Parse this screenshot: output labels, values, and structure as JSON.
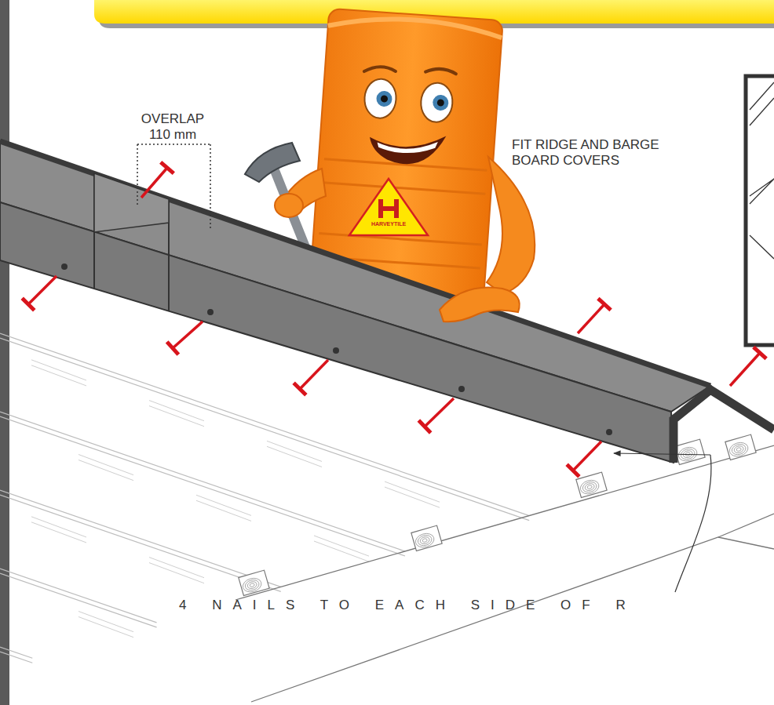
{
  "diagram": {
    "labels": [
      "OVERLAP 110 mm",
      "FIT RIDGE AND BARGE BOARD COVERS",
      "4 NAILS TO EACH SIDE OF R",
      "HARVEYTILE"
    ]
  }
}
